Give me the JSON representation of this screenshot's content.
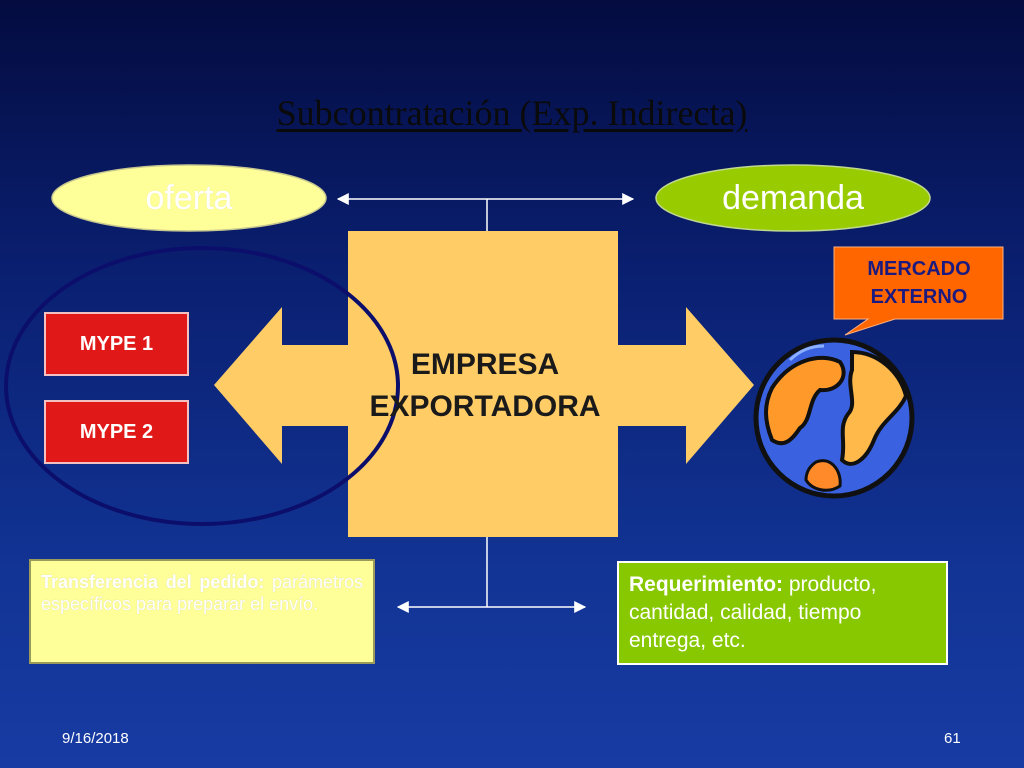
{
  "title": "Subcontratación (Exp. Indirecta)",
  "oferta_label": "oferta",
  "demanda_label": "demanda",
  "mype_1": "MYPE 1",
  "mype_2": "MYPE 2",
  "empresa_line1": "EMPRESA",
  "empresa_line2": "EXPORTADORA",
  "mercado_line1": "MERCADO",
  "mercado_line2": "EXTERNO",
  "transferencia_lead": "Transferencia del pedido:",
  "transferencia_text": "parámetros específicos para preparar el envío.",
  "requerimiento_lead": "Requerimiento:",
  "requerimiento_text": "producto, cantidad, calidad, tiempo entrega, etc.",
  "footer_date": "9/16/2018",
  "footer_page": "61",
  "colors": {
    "oferta_fill": "#ffff99",
    "demanda_fill": "#99cc00",
    "mype_fill": "#e01818",
    "empresa_fill": "#ffcc66",
    "mercado_fill": "#ff6600",
    "requerimiento_fill": "#88c800",
    "transferencia_fill": "#ffff99",
    "circle_stroke": "#0b0f6b"
  }
}
